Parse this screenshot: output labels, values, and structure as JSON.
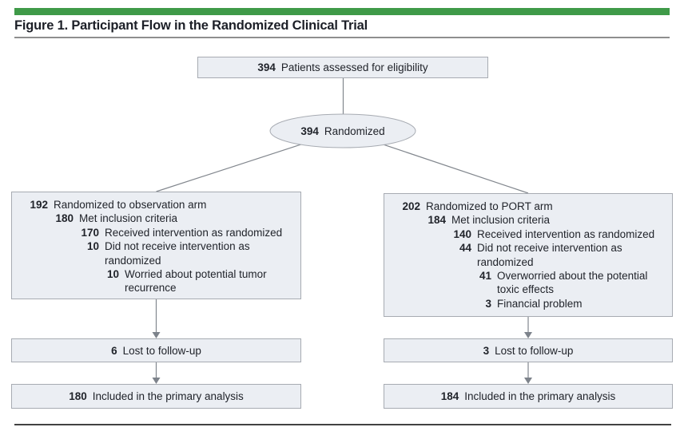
{
  "figure": {
    "title": "Figure 1. Participant Flow in the Randomized Clinical Trial",
    "colors": {
      "accent_green": "#3f9a48",
      "box_fill": "#ebeef3",
      "box_border": "#a7abb2",
      "connector_gray": "#82878e",
      "text": "#21242b"
    }
  },
  "flow": {
    "eligibility": {
      "num": "394",
      "text": "Patients assessed for eligibility"
    },
    "randomized": {
      "num": "394",
      "text": "Randomized"
    },
    "left_arm": {
      "rows": [
        {
          "num": "192",
          "text": "Randomized to observation arm"
        },
        {
          "num": "180",
          "text": "Met inclusion criteria"
        },
        {
          "num": "170",
          "text": "Received intervention as randomized"
        },
        {
          "num": "10",
          "text": "Did not receive intervention as"
        },
        {
          "num": "",
          "text": "randomized"
        },
        {
          "num": "10",
          "text": "Worried about potential tumor"
        },
        {
          "num": "",
          "text": "recurrence"
        }
      ]
    },
    "right_arm": {
      "rows": [
        {
          "num": "202",
          "text": "Randomized to PORT arm"
        },
        {
          "num": "184",
          "text": "Met inclusion criteria"
        },
        {
          "num": "140",
          "text": "Received intervention as randomized"
        },
        {
          "num": "44",
          "text": "Did not receive intervention as"
        },
        {
          "num": "",
          "text": "randomized"
        },
        {
          "num": "41",
          "text": "Overworried about the potential"
        },
        {
          "num": "",
          "text": "toxic effects"
        },
        {
          "num": "3",
          "text": "Financial problem"
        }
      ]
    },
    "left_lost": {
      "num": "6",
      "text": "Lost to follow-up"
    },
    "right_lost": {
      "num": "3",
      "text": "Lost to follow-up"
    },
    "left_included": {
      "num": "180",
      "text": "Included in the primary analysis"
    },
    "right_included": {
      "num": "184",
      "text": "Included in the primary analysis"
    }
  }
}
